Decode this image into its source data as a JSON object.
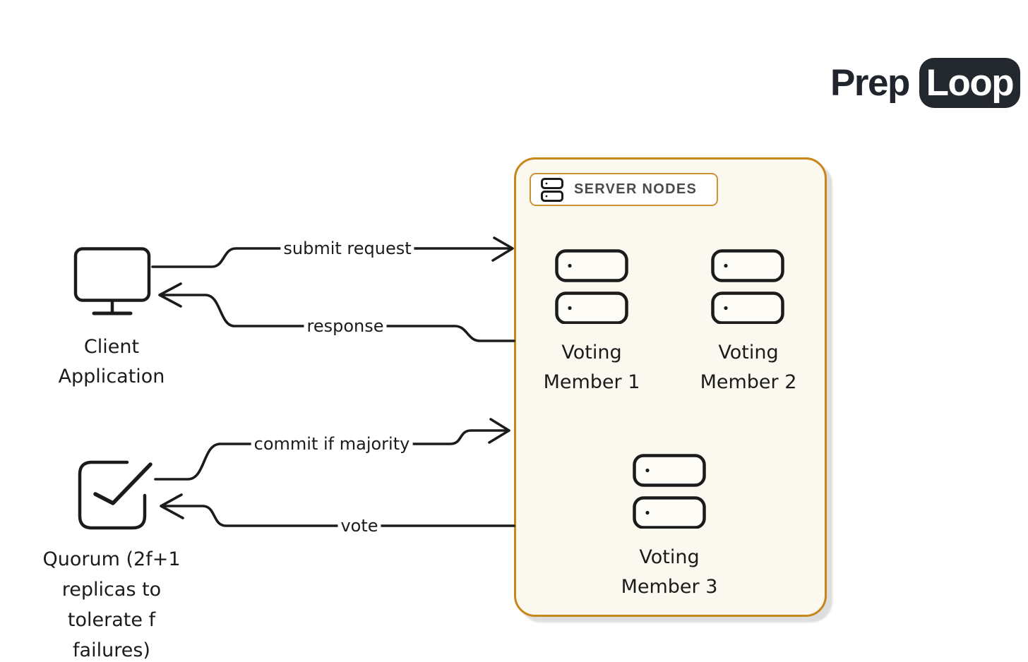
{
  "logo": {
    "prefix": "Prep",
    "suffix": "Loop"
  },
  "server_panel": {
    "header": "SERVER NODES",
    "members": [
      {
        "lines": [
          "Voting",
          "Member 1"
        ]
      },
      {
        "lines": [
          "Voting",
          "Member 2"
        ]
      },
      {
        "lines": [
          "Voting",
          "Member 3"
        ]
      }
    ]
  },
  "client": {
    "lines": [
      "Client",
      "Application"
    ]
  },
  "quorum": {
    "lines": [
      "Quorum (2f+1",
      "replicas to",
      "tolerate f",
      "failures)"
    ]
  },
  "arrows": [
    {
      "id": "submit-request",
      "label": "submit request",
      "from": "client",
      "to": "server-nodes"
    },
    {
      "id": "response",
      "label": "response",
      "from": "server-nodes",
      "to": "client"
    },
    {
      "id": "commit-if-majority",
      "label": "commit if majority",
      "from": "quorum",
      "to": "server-nodes"
    },
    {
      "id": "vote",
      "label": "vote",
      "from": "server-nodes",
      "to": "quorum"
    }
  ],
  "colors": {
    "ink": "#1b1b1b",
    "panel_border": "#C8861B",
    "panel_background": "#FAF8EF",
    "header_border": "#CE9235",
    "header_text": "#4b4b4b",
    "logo_badge_background": "#23272e",
    "logo_text": "#20242c",
    "canvas_background": "#ffffff"
  }
}
